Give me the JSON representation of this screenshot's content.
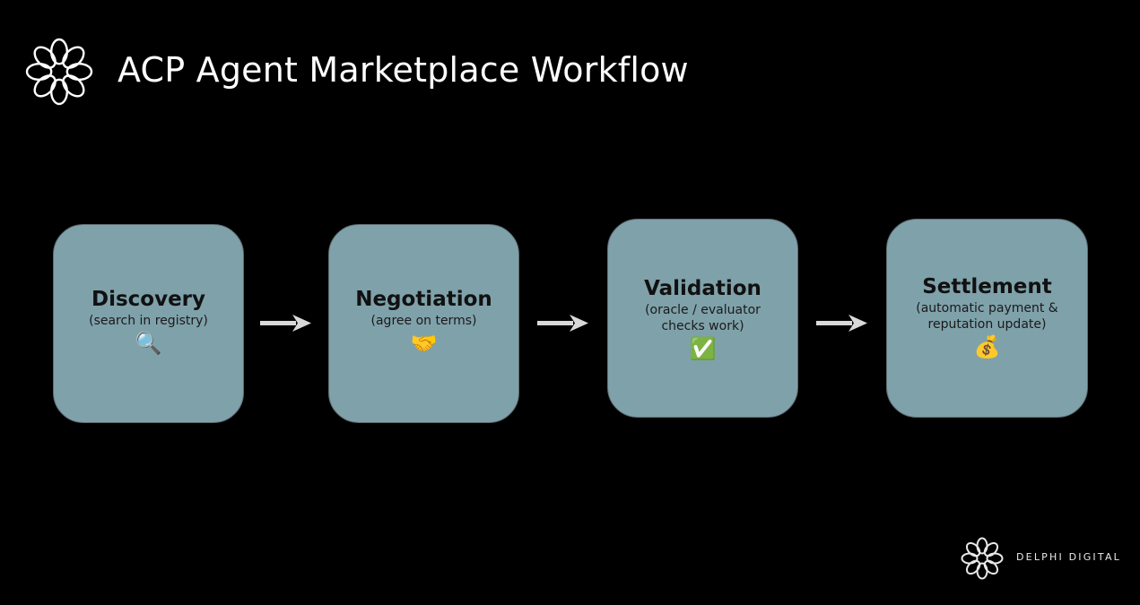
{
  "title": "ACP Agent Marketplace Workflow",
  "icons": {
    "brand_logo": "woven-ring-icon",
    "arrow": "arrow-right-icon"
  },
  "colors": {
    "background": "#000000",
    "box_fill": "#7fa1aa",
    "arrow": "#d9d9d9",
    "text_light": "#ffffff",
    "text_dark": "#111111"
  },
  "steps": [
    {
      "name": "Discovery",
      "desc": [
        "(search in registry)"
      ],
      "emoji": "🔍",
      "icon": "magnifying-glass-icon"
    },
    {
      "name": "Negotiation",
      "desc": [
        "(agree on terms)"
      ],
      "emoji": "🤝",
      "icon": "handshake-icon"
    },
    {
      "name": "Validation",
      "desc": [
        "(oracle / evaluator",
        "checks work)"
      ],
      "emoji": "✅",
      "icon": "check-mark-icon"
    },
    {
      "name": "Settlement",
      "desc": [
        "(automatic payment &",
        "reputation update)"
      ],
      "emoji": "💰",
      "icon": "money-bag-icon"
    }
  ],
  "footer": {
    "brand": "DELPHI DIGITAL"
  }
}
